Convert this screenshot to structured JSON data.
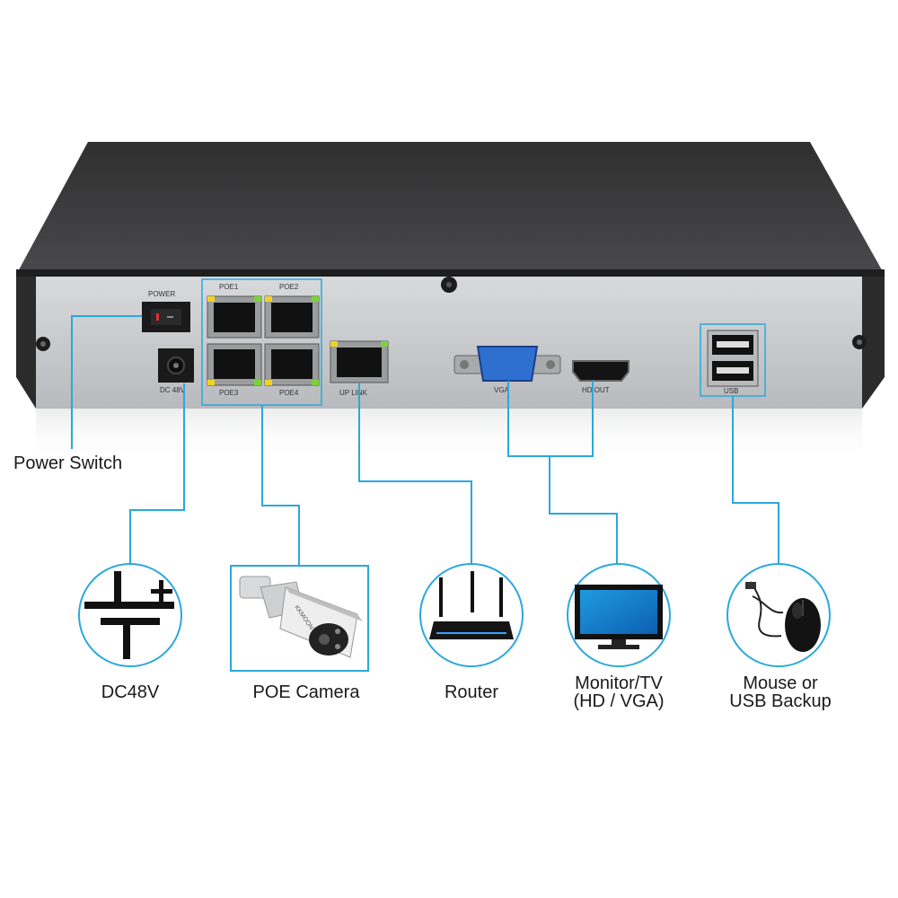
{
  "device": {
    "panel_labels": {
      "power": "POWER",
      "dc": "DC 48V",
      "poe1": "POE1",
      "poe2": "POE2",
      "poe3": "POE3",
      "poe4": "POE4",
      "uplink": "UP LINK",
      "vga": "VGA",
      "hdout": "HD OUT",
      "usb": "USB"
    }
  },
  "callouts": {
    "power_switch": "Power Switch",
    "dc48v": "DC48V",
    "poe_camera": "POE Camera",
    "router": "Router",
    "monitor_line1": "Monitor/TV",
    "monitor_line2": "(HD / VGA)",
    "mouse_line1": "Mouse or",
    "mouse_line2": "USB Backup"
  },
  "camera_brand": "KKMOON",
  "colors": {
    "connector_line": "#2aa8dc",
    "case_top": "#3a3a3a",
    "panel": "#c7c9cc"
  }
}
